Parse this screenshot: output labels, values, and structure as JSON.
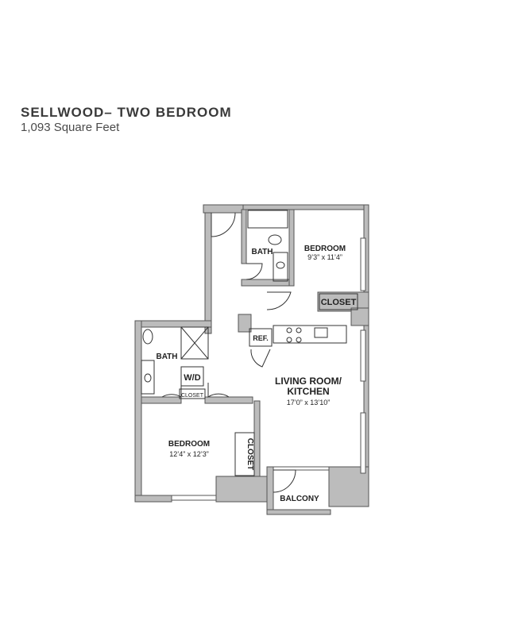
{
  "header": {
    "title": "SELLWOOD– TWO BEDROOM",
    "subtitle": "1,093 Square Feet"
  },
  "rooms": {
    "bedroom_top": {
      "name": "BEDROOM",
      "dims": "9’3” x 11’4”"
    },
    "bath_top": {
      "name": "BATH"
    },
    "closet_top": {
      "name": "CLOSET"
    },
    "ref": {
      "name": "REF."
    },
    "bath_left": {
      "name": "BATH"
    },
    "wd": {
      "name": "W/D"
    },
    "closet_small": {
      "name": "CLOSET"
    },
    "living": {
      "name_line1": "LIVING ROOM/",
      "name_line2": "KITCHEN",
      "dims": "17’0” x 13’10”"
    },
    "bedroom_left": {
      "name": "BEDROOM",
      "dims": "12’4” x 12’3”"
    },
    "closet_left": {
      "name": "CLOSET"
    },
    "balcony": {
      "name": "BALCONY"
    }
  },
  "colors": {
    "wall": "#b8b8b8",
    "wall_stroke": "#555555",
    "line": "#333333"
  }
}
